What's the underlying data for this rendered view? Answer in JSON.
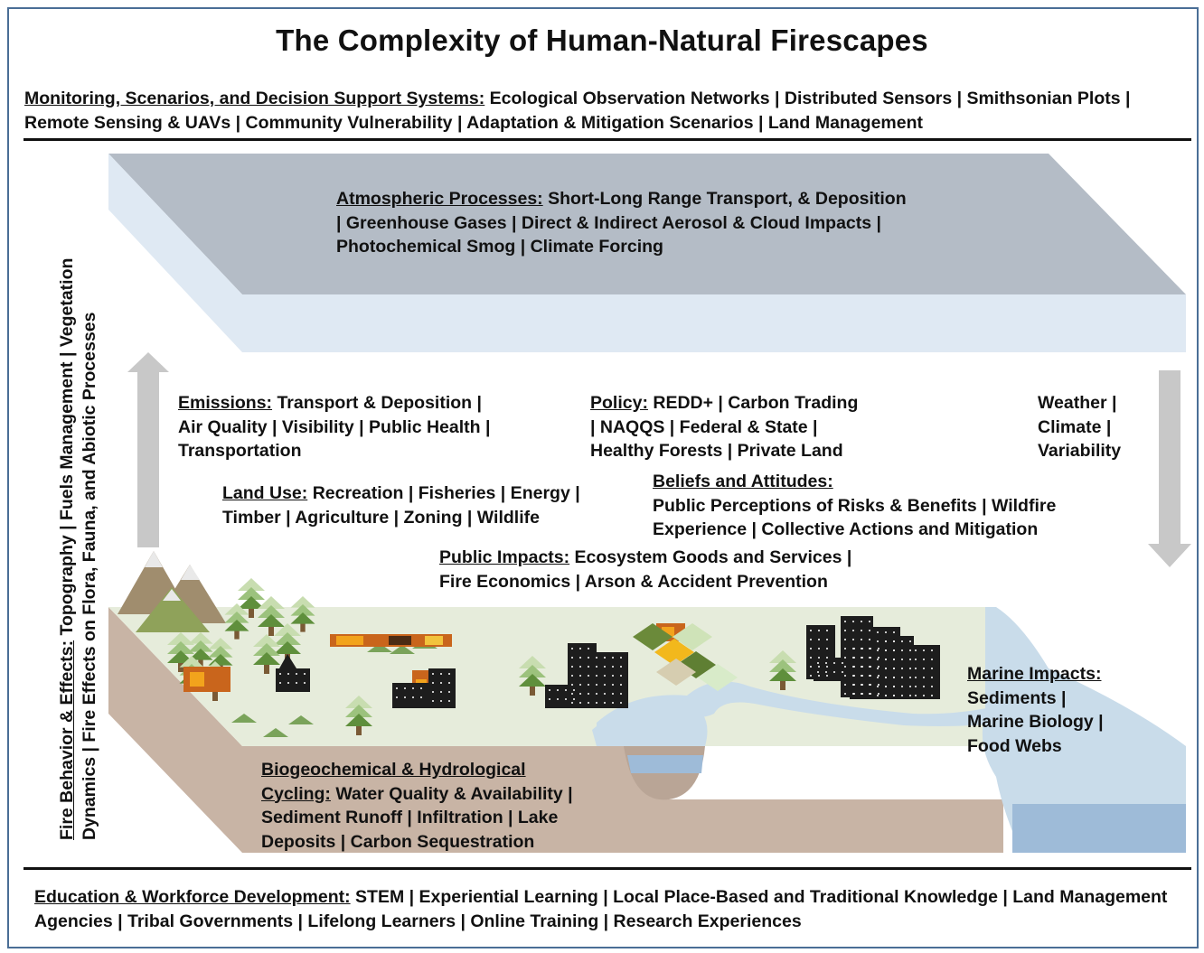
{
  "title": "The Complexity of Human-Natural Firescapes",
  "monitoring": {
    "label": "Monitoring, Scenarios, and Decision Support Systems:",
    "text": "Ecological Observation Networks | Distributed Sensors | Smithsonian Plots |  Remote Sensing & UAVs | Community Vulnerability | Adaptation & Mitigation Scenarios | Land Management"
  },
  "atmospheric": {
    "label": "Atmospheric Processes:",
    "line1": "Short-Long Range Transport, & Deposition",
    "line2": "| Greenhouse Gases | Direct & Indirect Aerosol & Cloud Impacts  |",
    "line3": "Photochemical Smog | Climate Forcing"
  },
  "emissions": {
    "label": "Emissions:",
    "line1": "Transport & Deposition |",
    "line2": "Air Quality | Visibility | Public Health |",
    "line3": "Transportation"
  },
  "policy": {
    "label": "Policy:",
    "line1": "REDD+ | Carbon Trading",
    "line2": "| NAQQS | Federal & State |",
    "line3": "Healthy Forests | Private Land"
  },
  "weather": {
    "line1": "Weather |",
    "line2": "Climate |",
    "line3": "Variability"
  },
  "land_use": {
    "label": "Land Use:",
    "line1": "Recreation | Fisheries | Energy |",
    "line2": "Timber | Agriculture | Zoning | Wildlife"
  },
  "beliefs": {
    "label": "Beliefs and Attitudes:",
    "line1": "Public Perceptions of Risks & Benefits | Wildfire",
    "line2": "Experience | Collective Actions and Mitigation"
  },
  "public_impacts": {
    "label": "Public Impacts:",
    "line1": "Ecosystem Goods and Services |",
    "line2": "Fire Economics | Arson & Accident Prevention"
  },
  "marine": {
    "label": "Marine Impacts:",
    "line1": "Sediments |",
    "line2": "Marine Biology |",
    "line3": "Food Webs"
  },
  "biogeo": {
    "label1": "Biogeochemical & Hydrological",
    "label2": "Cycling:",
    "line2": "Water Quality & Availability |",
    "line3": "Sediment Runoff | Infiltration | Lake",
    "line4": "Deposits |  Carbon Sequestration"
  },
  "fire_behavior": {
    "label": "Fire Behavior & Effects:",
    "line1": "Topography | Fuels Management | Vegetation",
    "line2": "Dynamics | Fire Effects on Flora, Fauna, and Abiotic Processes"
  },
  "education": {
    "label": "Education & Workforce Development:",
    "text": "STEM | Experiential Learning | Local Place-Based and Traditional Knowledge | Land Management Agencies | Tribal Governments | Lifelong Learners | Online Training | Research Experiences"
  },
  "colors": {
    "atmosphere_top": "#b4bcc6",
    "atmosphere_side": "#dfe9f3",
    "land_top": "#e6ecdb",
    "soil": "#c8b4a5",
    "water": "#c9dcea",
    "arrow": "#c8c8c8",
    "border": "#4a6e96"
  }
}
